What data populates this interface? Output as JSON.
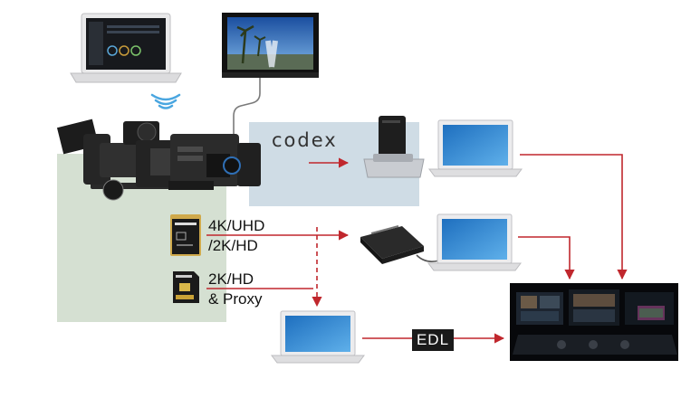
{
  "brand": {
    "codex": "codex"
  },
  "card_labels": {
    "p2_line1": "4K/UHD",
    "p2_line2": "/2K/HD",
    "sd_line1": "2K/HD",
    "sd_line2": "& Proxy"
  },
  "edl_label": "EDL",
  "colors": {
    "arrow": "#c0272d",
    "camera_zone": "#d5e0d2",
    "codex_zone": "#cfdce5"
  },
  "icons": [
    "laptop-icon",
    "monitor-icon",
    "wifi-icon",
    "cinema-camera-icon",
    "codex-dock-icon",
    "p2-card-icon",
    "sd-card-icon",
    "card-reader-icon",
    "grading-suite-icon"
  ]
}
